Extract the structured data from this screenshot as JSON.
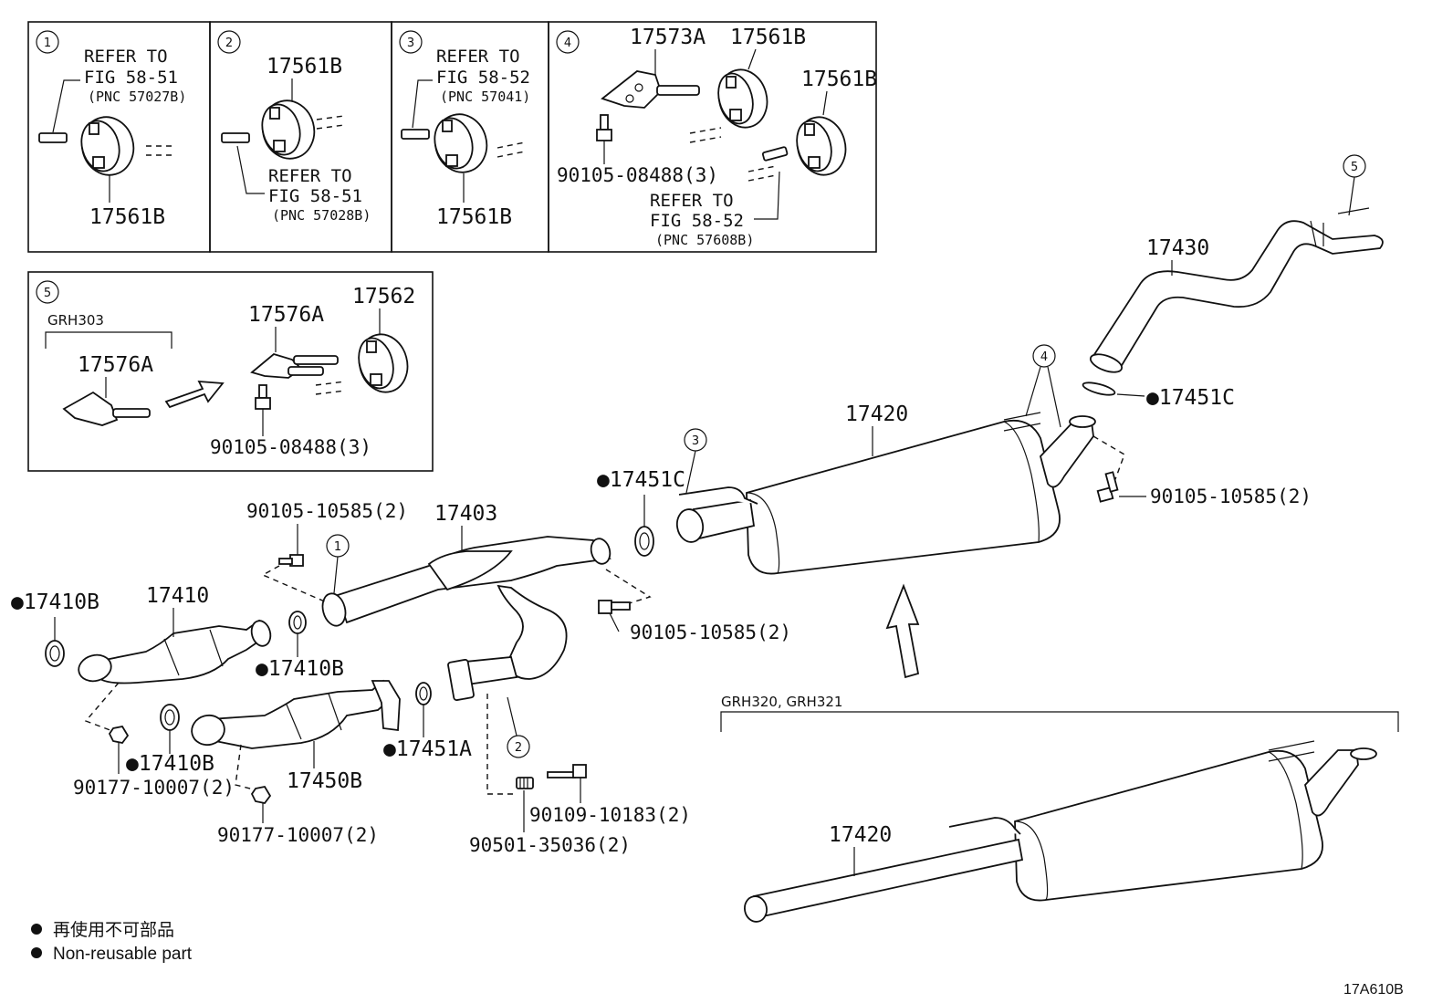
{
  "inset1": {
    "circle": "1",
    "refer": [
      "REFER TO",
      "FIG 58-51",
      "(PNC 57027B)"
    ],
    "part": "17561B"
  },
  "inset2": {
    "circle": "2",
    "part": "17561B",
    "refer": [
      "REFER TO",
      "FIG 58-51",
      "(PNC 57028B)"
    ]
  },
  "inset3": {
    "circle": "3",
    "refer": [
      "REFER TO",
      "FIG 58-52",
      "(PNC 57041)"
    ],
    "part": "17561B"
  },
  "inset4": {
    "circle": "4",
    "bracket": "17573A",
    "part_a": "17561B",
    "part_b": "17561B",
    "bolt": "90105-08488(3)",
    "refer": [
      "REFER TO",
      "FIG 58-52",
      "(PNC 57608B)"
    ]
  },
  "inset5": {
    "circle": "5",
    "model": "GRH303",
    "old_bracket": "17576A",
    "new_bracket": "17576A",
    "hanger": "17562",
    "bolt": "90105-08488(3)"
  },
  "main": {
    "bolt_top": "90105-10585(2)",
    "front_pipe": "17403",
    "gasket_c_mid": "●17451C",
    "circle_3": "3",
    "muffler": "17420",
    "circles_4": "4",
    "tail_pipe": "17430",
    "circle_5": "5",
    "gasket_c_tail": "●17451C",
    "bolt_muffler": "90105-10585(2)",
    "gasket_b_top": "●17410B",
    "conv_1": "17410",
    "circle_1": "1",
    "bolt_front": "90105-10585(2)",
    "gasket_b_mid": "●17410B",
    "gasket_b_low": "●17410B",
    "conv_2": "17450B",
    "gasket_a": "●17451A",
    "circle_2": "2",
    "nut_1": "90177-10007(2)",
    "nut_2": "90177-10007(2)",
    "bolt_pipe": "90109-10183(2)",
    "spring": "90501-35036(2)"
  },
  "variant": {
    "models": "GRH320, GRH321",
    "muffler": "17420"
  },
  "legend": {
    "jp": "再使用不可部品",
    "en": "Non-reusable part"
  },
  "figure_id": "17A610B"
}
